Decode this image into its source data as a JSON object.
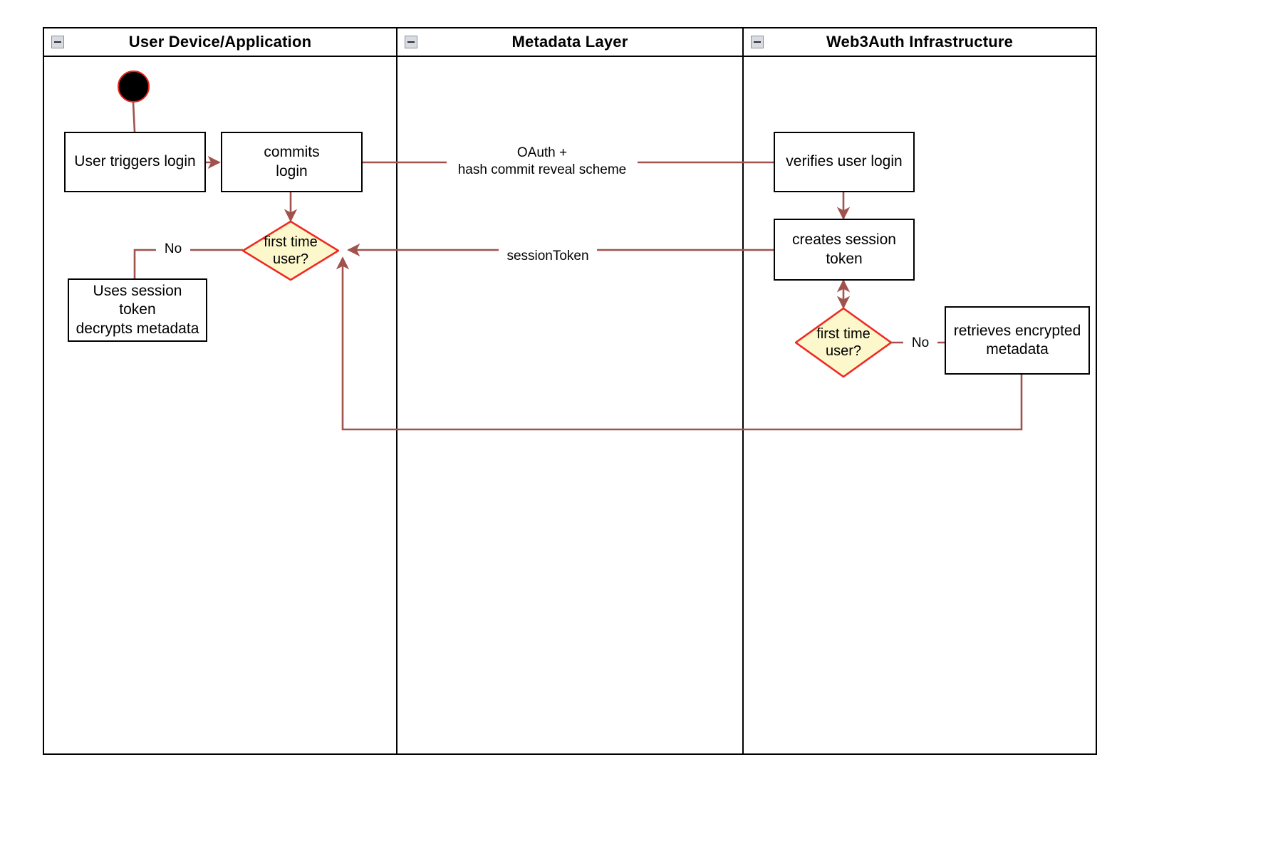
{
  "diagram": {
    "type": "uml-activity-swimlane",
    "title": "Web3Auth login flow",
    "colors": {
      "edge": "#a0524d",
      "decision_fill": "#fdf8cc",
      "decision_stroke": "#ee2a22",
      "node_stroke": "#000000",
      "node_fill": "#ffffff",
      "start_fill": "#000000",
      "start_stroke": "#e8261c",
      "lane_stroke": "#000000",
      "collapse_fill": "#d8dce2"
    }
  },
  "lanes": [
    {
      "id": "lane-user-device",
      "title": "User Device/Application",
      "collapse_icon": "minus-box-icon"
    },
    {
      "id": "lane-metadata",
      "title": "Metadata Layer",
      "collapse_icon": "minus-box-icon"
    },
    {
      "id": "lane-web3auth",
      "title": "Web3Auth Infrastructure",
      "collapse_icon": "minus-box-icon"
    }
  ],
  "nodes": {
    "start": {
      "name": "start-node",
      "shape": "initial-node"
    },
    "user_triggers_login": {
      "label": "User triggers login",
      "shape": "activity"
    },
    "commits_login": {
      "label": "commits\nlogin",
      "shape": "activity"
    },
    "first_time_user_left": {
      "label": "first time\nuser?",
      "shape": "decision"
    },
    "uses_session_token": {
      "label": "Uses session\ntoken\ndecrypts metadata",
      "shape": "activity"
    },
    "verifies_user_login": {
      "label": "verifies user login",
      "shape": "activity"
    },
    "creates_session_token": {
      "label": "creates session\ntoken",
      "shape": "activity"
    },
    "first_time_user_right": {
      "label": "first time\nuser?",
      "shape": "decision"
    },
    "retrieves_encrypted_metadata": {
      "label": "retrieves encrypted\nmetadata",
      "shape": "activity"
    }
  },
  "edge_labels": {
    "oauth": "OAuth +\nhash commit reveal scheme",
    "session_token": "sessionToken",
    "no_left": "No",
    "no_right": "No"
  }
}
